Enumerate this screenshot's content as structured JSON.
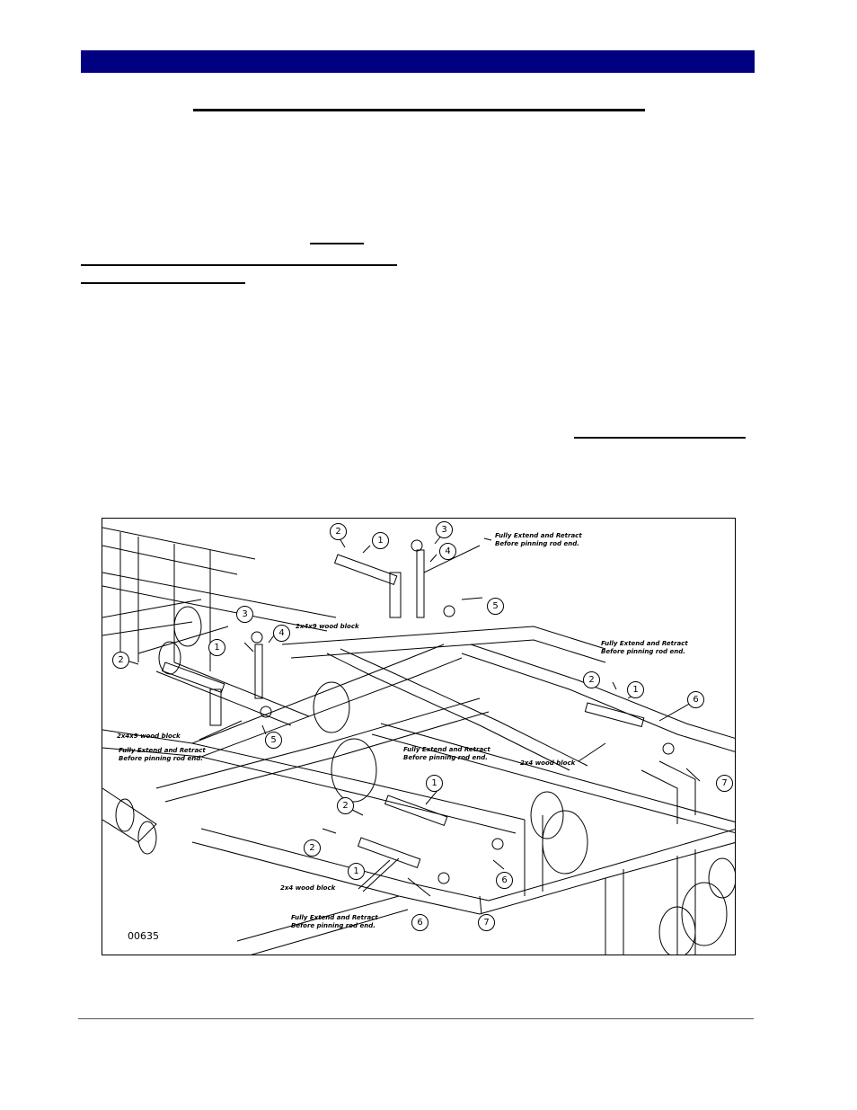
{
  "figure": {
    "number": "00635",
    "callouts": [
      {
        "id": "c1a",
        "num": "1"
      },
      {
        "id": "c2a",
        "num": "2"
      },
      {
        "id": "c3a",
        "num": "3"
      },
      {
        "id": "c4a",
        "num": "4"
      },
      {
        "id": "c5a",
        "num": "5"
      },
      {
        "id": "c1b",
        "num": "1"
      },
      {
        "id": "c2b",
        "num": "2"
      },
      {
        "id": "c3b",
        "num": "3"
      },
      {
        "id": "c4b",
        "num": "4"
      },
      {
        "id": "c5b",
        "num": "5"
      },
      {
        "id": "c1c",
        "num": "1"
      },
      {
        "id": "c2c",
        "num": "2"
      },
      {
        "id": "c6c",
        "num": "6"
      },
      {
        "id": "c7c",
        "num": "7"
      },
      {
        "id": "c1d",
        "num": "1"
      },
      {
        "id": "c2d",
        "num": "2"
      },
      {
        "id": "c1e",
        "num": "1"
      },
      {
        "id": "c2e",
        "num": "2"
      },
      {
        "id": "c6e",
        "num": "6"
      },
      {
        "id": "c7e",
        "num": "7"
      },
      {
        "id": "c6f",
        "num": "6"
      }
    ],
    "labels": {
      "extend_retract_1": "Fully Extend and Retract",
      "pinning_1": "Before pinning rod end.",
      "block_2x4x9_top": "2x4x9 wood block",
      "extend_retract_2": "Fully Extend and Retract",
      "pinning_2": "Before pinning rod end.",
      "block_2x4x9_left": "2x4x9 wood block",
      "extend_retract_3": "Fully Extend and Retract",
      "pinning_3": "Before pinning rod end.",
      "extend_retract_4": "Fully Extend and Retract",
      "pinning_4": "Before pinning rod end.",
      "block_2x4_right": "2x4 wood block",
      "block_2x4_bottom": "2x4 wood block",
      "extend_retract_5": "Fully Extend and Retract",
      "pinning_5": "Before pinning rod end."
    }
  }
}
